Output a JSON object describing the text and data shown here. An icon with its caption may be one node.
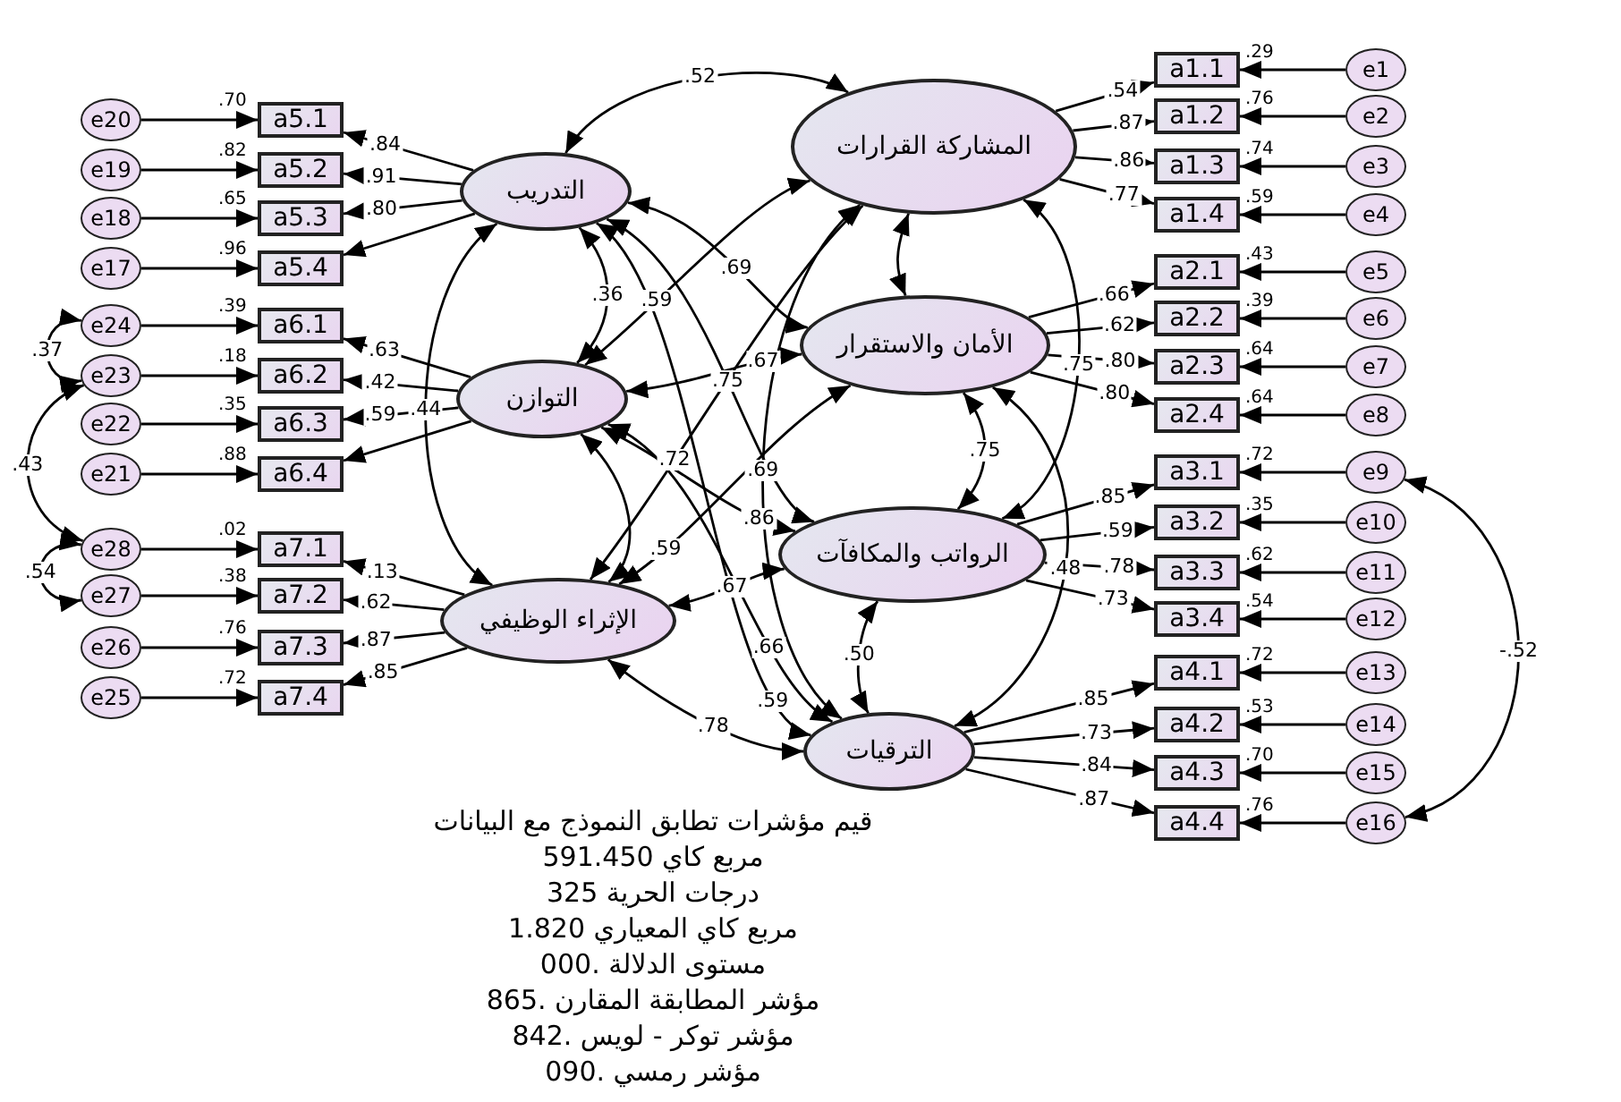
{
  "diagram": {
    "nodes": [
      {
        "text": [
          "المشاركة القرارات"
        ]
      },
      {
        "text": [
          "الأمان والاستقرار"
        ]
      },
      {
        "text": [
          "الرواتب والمكافآت"
        ]
      },
      {
        "text": [
          "الترقيات"
        ]
      },
      {
        "text": [
          "التدريب"
        ]
      },
      {
        "text": [
          "التوازن"
        ]
      },
      {
        "text": [
          "الإثراء الوظيفي"
        ]
      },
      {
        "text": [
          "a1.1"
        ],
        "beside": [
          ".29"
        ]
      },
      {
        "text": [
          "a1.2"
        ],
        "beside": [
          ".76"
        ]
      },
      {
        "text": [
          "a1.3"
        ],
        "beside": [
          ".74"
        ]
      },
      {
        "text": [
          "a1.4"
        ],
        "beside": [
          ".59"
        ]
      },
      {
        "text": [
          "a2.1"
        ],
        "beside": [
          ".43"
        ]
      },
      {
        "text": [
          "a2.2"
        ],
        "beside": [
          ".39"
        ]
      },
      {
        "text": [
          "a2.3"
        ],
        "beside": [
          ".64"
        ]
      },
      {
        "text": [
          "a2.4"
        ],
        "beside": [
          ".64"
        ]
      },
      {
        "text": [
          "a3.1"
        ],
        "beside": [
          ".72"
        ]
      },
      {
        "text": [
          "a3.2"
        ],
        "beside": [
          ".35"
        ]
      },
      {
        "text": [
          "a3.3"
        ],
        "beside": [
          ".62"
        ]
      },
      {
        "text": [
          "a3.4"
        ],
        "beside": [
          ".54"
        ]
      },
      {
        "text": [
          "a4.1"
        ],
        "beside": [
          ".72"
        ]
      },
      {
        "text": [
          "a4.2"
        ],
        "beside": [
          ".53"
        ]
      },
      {
        "text": [
          "a4.3"
        ],
        "beside": [
          ".70"
        ]
      },
      {
        "text": [
          "a4.4"
        ],
        "beside": [
          ".76"
        ]
      },
      {
        "text": [
          "a5.1"
        ],
        "beside": [
          ".70"
        ]
      },
      {
        "text": [
          "a5.2"
        ],
        "beside": [
          ".82"
        ]
      },
      {
        "text": [
          "a5.3"
        ],
        "beside": [
          ".65"
        ]
      },
      {
        "text": [
          "a5.4"
        ],
        "beside": [
          ".96"
        ]
      },
      {
        "text": [
          "a6.1"
        ],
        "beside": [
          ".39"
        ]
      },
      {
        "text": [
          "a6.2"
        ],
        "beside": [
          ".18"
        ]
      },
      {
        "text": [
          "a6.3"
        ],
        "beside": [
          ".35"
        ]
      },
      {
        "text": [
          "a6.4"
        ],
        "beside": [
          ".88"
        ]
      },
      {
        "text": [
          "a7.1"
        ],
        "beside": [
          ".02"
        ]
      },
      {
        "text": [
          "a7.2"
        ],
        "beside": [
          ".38"
        ]
      },
      {
        "text": [
          "a7.3"
        ],
        "beside": [
          ".76"
        ]
      },
      {
        "text": [
          "a7.4"
        ],
        "beside": [
          ".72"
        ]
      },
      {
        "text": [
          "e1"
        ]
      },
      {
        "text": [
          "e2"
        ]
      },
      {
        "text": [
          "e3"
        ]
      },
      {
        "text": [
          "e4"
        ]
      },
      {
        "text": [
          "e5"
        ]
      },
      {
        "text": [
          "e6"
        ]
      },
      {
        "text": [
          "e7"
        ]
      },
      {
        "text": [
          "e8"
        ]
      },
      {
        "text": [
          "e9"
        ]
      },
      {
        "text": [
          "e10"
        ]
      },
      {
        "text": [
          "e11"
        ]
      },
      {
        "text": [
          "e12"
        ]
      },
      {
        "text": [
          "e13"
        ]
      },
      {
        "text": [
          "e14"
        ]
      },
      {
        "text": [
          "e15"
        ]
      },
      {
        "text": [
          "e16"
        ]
      },
      {
        "text": [
          "e20"
        ]
      },
      {
        "text": [
          "e19"
        ]
      },
      {
        "text": [
          "e18"
        ]
      },
      {
        "text": [
          "e17"
        ]
      },
      {
        "text": [
          "e24"
        ]
      },
      {
        "text": [
          "e23"
        ]
      },
      {
        "text": [
          "e22"
        ]
      },
      {
        "text": [
          "e21"
        ]
      },
      {
        "text": [
          "e28"
        ]
      },
      {
        "text": [
          "e27"
        ]
      },
      {
        "text": [
          "e26"
        ]
      },
      {
        "text": [
          "e25"
        ]
      }
    ],
    "edges": [
      {
        "from": 0,
        "to": 7,
        "arrow": "to",
        "label": ".54"
      },
      {
        "from": 0,
        "to": 8,
        "arrow": "to",
        "label": ".87"
      },
      {
        "from": 0,
        "to": 9,
        "arrow": "to",
        "label": ".86"
      },
      {
        "from": 0,
        "to": 10,
        "arrow": "to",
        "label": ".77"
      },
      {
        "from": 1,
        "to": 11,
        "arrow": "to",
        "label": ".66"
      },
      {
        "from": 1,
        "to": 12,
        "arrow": "to",
        "label": ".62"
      },
      {
        "from": 1,
        "to": 13,
        "arrow": "to",
        "label": ".80"
      },
      {
        "from": 1,
        "to": 14,
        "arrow": "to",
        "label": ".80"
      },
      {
        "from": 2,
        "to": 15,
        "arrow": "to",
        "label": ".85"
      },
      {
        "from": 2,
        "to": 16,
        "arrow": "to",
        "label": ".59"
      },
      {
        "from": 2,
        "to": 17,
        "arrow": "to",
        "label": ".78"
      },
      {
        "from": 2,
        "to": 18,
        "arrow": "to",
        "label": ".73"
      },
      {
        "from": 3,
        "to": 19,
        "arrow": "to",
        "label": ".85"
      },
      {
        "from": 3,
        "to": 20,
        "arrow": "to",
        "label": ".73"
      },
      {
        "from": 3,
        "to": 21,
        "arrow": "to",
        "label": ".84"
      },
      {
        "from": 3,
        "to": 22,
        "arrow": "to",
        "label": ".87"
      },
      {
        "from": 4,
        "to": 23,
        "arrow": "to",
        "label": ".84"
      },
      {
        "from": 4,
        "to": 24,
        "arrow": "to",
        "label": ".91"
      },
      {
        "from": 4,
        "to": 25,
        "arrow": "to",
        "label": ".80"
      },
      {
        "from": 4,
        "to": 26,
        "arrow": "to"
      },
      {
        "from": 5,
        "to": 27,
        "arrow": "to",
        "label": ".63"
      },
      {
        "from": 5,
        "to": 28,
        "arrow": "to",
        "label": ".42"
      },
      {
        "from": 5,
        "to": 29,
        "arrow": "to",
        "label": ".59"
      },
      {
        "from": 5,
        "to": 30,
        "arrow": "to"
      },
      {
        "from": 6,
        "to": 31,
        "arrow": "to",
        "label": ".13"
      },
      {
        "from": 6,
        "to": 32,
        "arrow": "to",
        "label": ".62"
      },
      {
        "from": 6,
        "to": 33,
        "arrow": "to",
        "label": ".87"
      },
      {
        "from": 6,
        "to": 34,
        "arrow": "to",
        "label": ".85"
      },
      {
        "from": 35,
        "to": 7,
        "arrow": "to"
      },
      {
        "from": 36,
        "to": 8,
        "arrow": "to"
      },
      {
        "from": 37,
        "to": 9,
        "arrow": "to"
      },
      {
        "from": 38,
        "to": 10,
        "arrow": "to"
      },
      {
        "from": 39,
        "to": 11,
        "arrow": "to"
      },
      {
        "from": 40,
        "to": 12,
        "arrow": "to"
      },
      {
        "from": 41,
        "to": 13,
        "arrow": "to"
      },
      {
        "from": 42,
        "to": 14,
        "arrow": "to"
      },
      {
        "from": 43,
        "to": 15,
        "arrow": "to"
      },
      {
        "from": 44,
        "to": 16,
        "arrow": "to"
      },
      {
        "from": 45,
        "to": 17,
        "arrow": "to"
      },
      {
        "from": 46,
        "to": 18,
        "arrow": "to"
      },
      {
        "from": 47,
        "to": 19,
        "arrow": "to"
      },
      {
        "from": 48,
        "to": 20,
        "arrow": "to"
      },
      {
        "from": 49,
        "to": 21,
        "arrow": "to"
      },
      {
        "from": 50,
        "to": 22,
        "arrow": "to"
      },
      {
        "from": 51,
        "to": 23,
        "arrow": "to"
      },
      {
        "from": 52,
        "to": 24,
        "arrow": "to"
      },
      {
        "from": 53,
        "to": 25,
        "arrow": "to"
      },
      {
        "from": 54,
        "to": 26,
        "arrow": "to"
      },
      {
        "from": 55,
        "to": 27,
        "arrow": "to"
      },
      {
        "from": 56,
        "to": 28,
        "arrow": "to"
      },
      {
        "from": 57,
        "to": 29,
        "arrow": "to"
      },
      {
        "from": 58,
        "to": 30,
        "arrow": "to"
      },
      {
        "from": 59,
        "to": 31,
        "arrow": "to"
      },
      {
        "from": 60,
        "to": 32,
        "arrow": "to"
      },
      {
        "from": 61,
        "to": 33,
        "arrow": "to"
      },
      {
        "from": 62,
        "to": 34,
        "arrow": "to"
      },
      {
        "from": 4,
        "to": 0,
        "arrow": "both",
        "label": ".52"
      },
      {
        "from": 4,
        "to": 1,
        "arrow": "both",
        "label": ".69"
      },
      {
        "from": 4,
        "to": 5,
        "arrow": "both",
        "label": ".36"
      },
      {
        "from": 4,
        "to": 2,
        "arrow": "both",
        "label": ".75"
      },
      {
        "from": 4,
        "to": 3,
        "arrow": "both",
        "label": ".59"
      },
      {
        "from": 4,
        "to": 6,
        "arrow": "both",
        "label": ".44"
      },
      {
        "from": 5,
        "to": 0,
        "arrow": "both",
        "label": ".59"
      },
      {
        "from": 5,
        "to": 1,
        "arrow": "both",
        "label": ".67"
      },
      {
        "from": 5,
        "to": 2,
        "arrow": "both",
        "label": ".86"
      },
      {
        "from": 5,
        "to": 3,
        "arrow": "both",
        "label": ".66"
      },
      {
        "from": 5,
        "to": 6,
        "arrow": "both"
      },
      {
        "from": 6,
        "to": 0,
        "arrow": "both",
        "label": ".72"
      },
      {
        "from": 6,
        "to": 1,
        "arrow": "both",
        "label": ".59"
      },
      {
        "from": 6,
        "to": 2,
        "arrow": "both",
        "label": ".67"
      },
      {
        "from": 6,
        "to": 3,
        "arrow": "both",
        "label": ".78"
      },
      {
        "from": 0,
        "to": 1,
        "arrow": "both"
      },
      {
        "from": 0,
        "to": 2,
        "arrow": "both",
        "label": ".75"
      },
      {
        "from": 0,
        "to": 3,
        "arrow": "both",
        "label": ".69"
      },
      {
        "from": 1,
        "to": 2,
        "arrow": "both",
        "label": ".75"
      },
      {
        "from": 1,
        "to": 3,
        "arrow": "both",
        "label": ".48"
      },
      {
        "from": 2,
        "to": 3,
        "arrow": "both",
        "label": ".50"
      },
      {
        "from": 55,
        "to": 56,
        "arrow": "both",
        "label": ".37"
      },
      {
        "from": 56,
        "to": 59,
        "arrow": "both",
        "label": ".43"
      },
      {
        "from": 59,
        "to": 60,
        "arrow": "both",
        "label": ".54"
      },
      {
        "from": 43,
        "to": 50,
        "arrow": "both",
        "label": "-.52"
      }
    ],
    "labels": [
      "قيم مؤشرات تطابق النموذج مع البيانات",
      "مربع كاي 591.450",
      "درجات الحرية 325",
      "مربع كاي المعياري 1.820",
      "مستوى الدلالة .000",
      "مؤشر المطابقة المقارن .865",
      "مؤشر توكر - لويس .842",
      "مؤشر رمسي .090"
    ]
  }
}
